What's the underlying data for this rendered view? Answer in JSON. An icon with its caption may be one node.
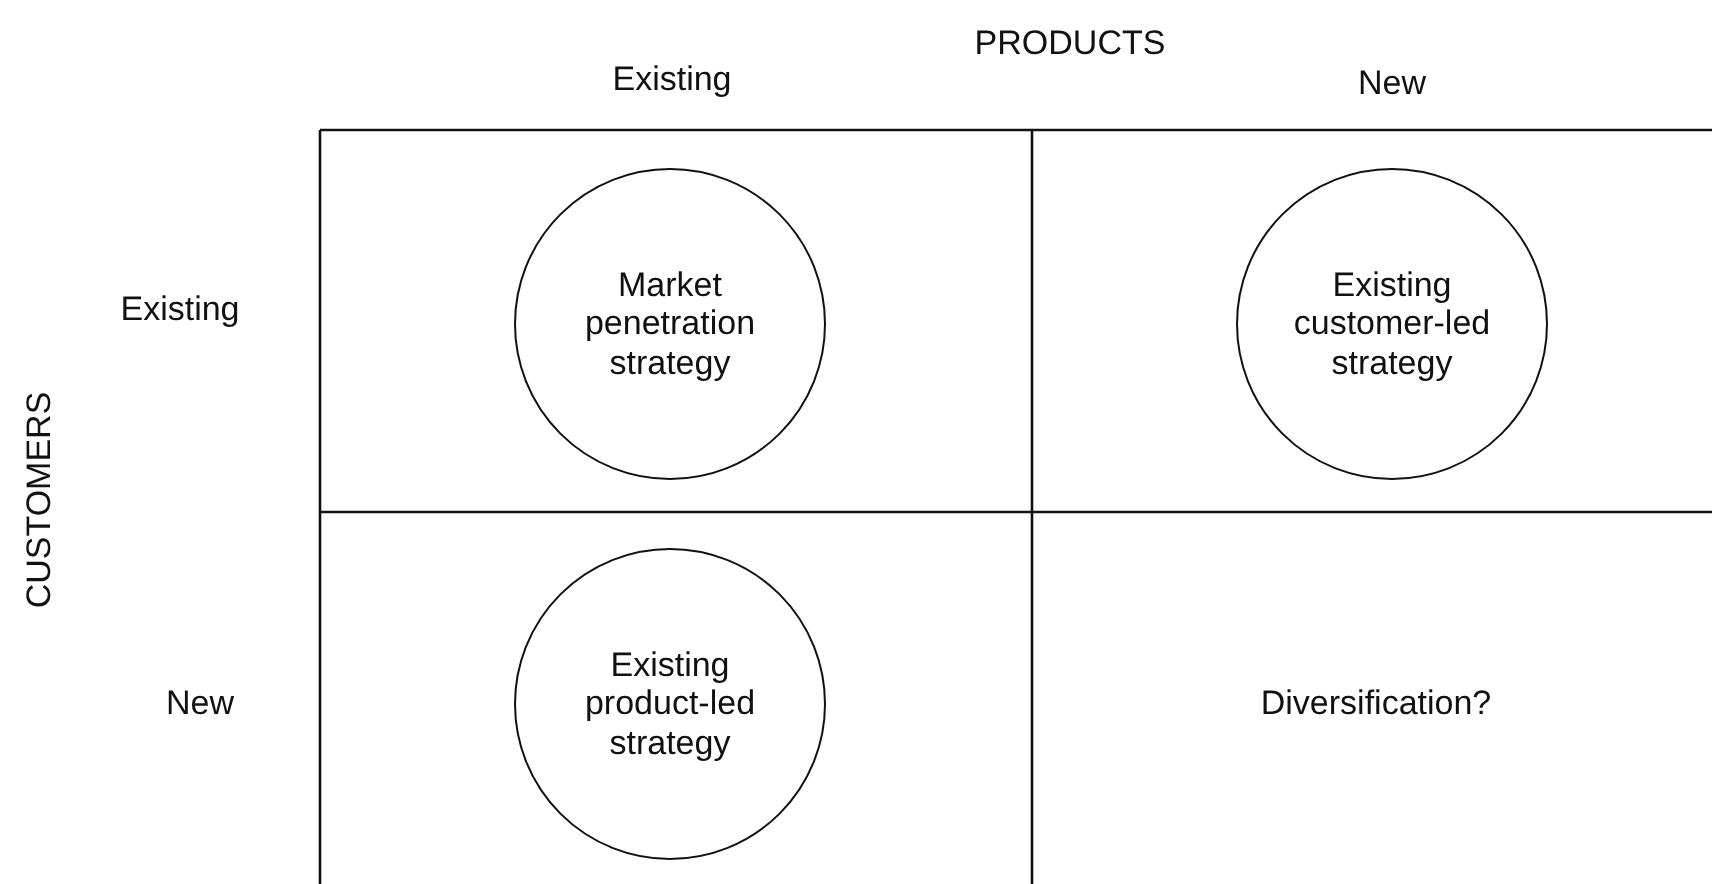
{
  "diagram": {
    "nodes": [
      {
        "text": [
          "Market penetration strategy"
        ]
      },
      {
        "text": [
          "Existing customer-led strategy"
        ]
      },
      {
        "text": [
          "Existing product-led strategy"
        ]
      }
    ],
    "labels": [
      "PRODUCTS",
      "Existing",
      "New",
      "Existing",
      "CUSTOMERS",
      "New",
      "Diversification?"
    ]
  }
}
